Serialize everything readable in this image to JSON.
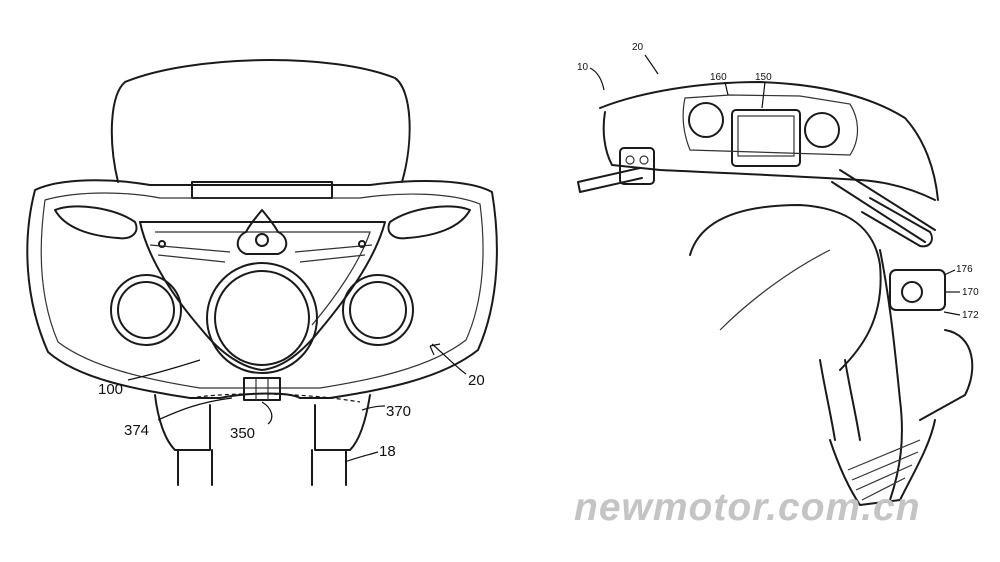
{
  "front_view": {
    "labels": {
      "fairing": "20",
      "headlight": "100",
      "bracket": "374",
      "mount": "350",
      "lower_edge": "370",
      "fork": "18"
    }
  },
  "perspective_view": {
    "labels": {
      "motorcycle": "10",
      "fairing": "20",
      "dash": "160",
      "display": "150",
      "module_a": "176",
      "module_b": "170",
      "module_c": "172"
    }
  },
  "watermark": "newmotor.com.cn"
}
